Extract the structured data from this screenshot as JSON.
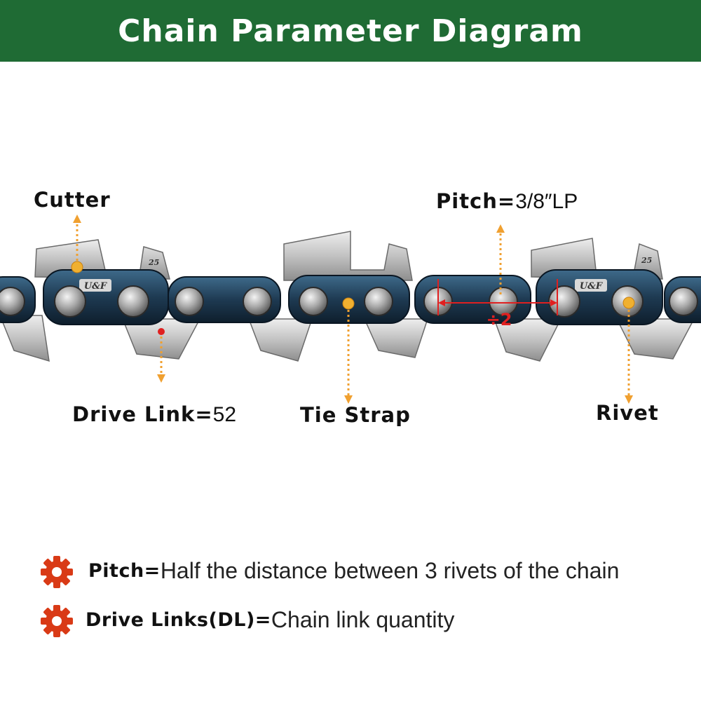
{
  "title": "Chain Parameter Diagram",
  "labels": {
    "cutter": "Cutter",
    "pitch_key": "Pitch=",
    "pitch_value": "3/8″LP",
    "drive_link_key": "Drive Link=",
    "drive_link_value": "52",
    "tie_strap": "Tie Strap",
    "rivet": "Rivet",
    "pitch_marker": "÷2"
  },
  "chain": {
    "brand_stamp": "U&F",
    "gauge_stamp": "25"
  },
  "notes": [
    {
      "key": "Pitch=",
      "text": "Half the distance between 3 rivets of the chain"
    },
    {
      "key": "Drive Links(DL)=",
      "text": "Chain link quantity"
    }
  ],
  "colors": {
    "banner": "#1f6b34",
    "arrow": "#f0a030",
    "marker": "#e02020",
    "gear": "#d93a16",
    "chain_steel": "#c8c8c8",
    "chain_dark": "#1e3a52"
  }
}
